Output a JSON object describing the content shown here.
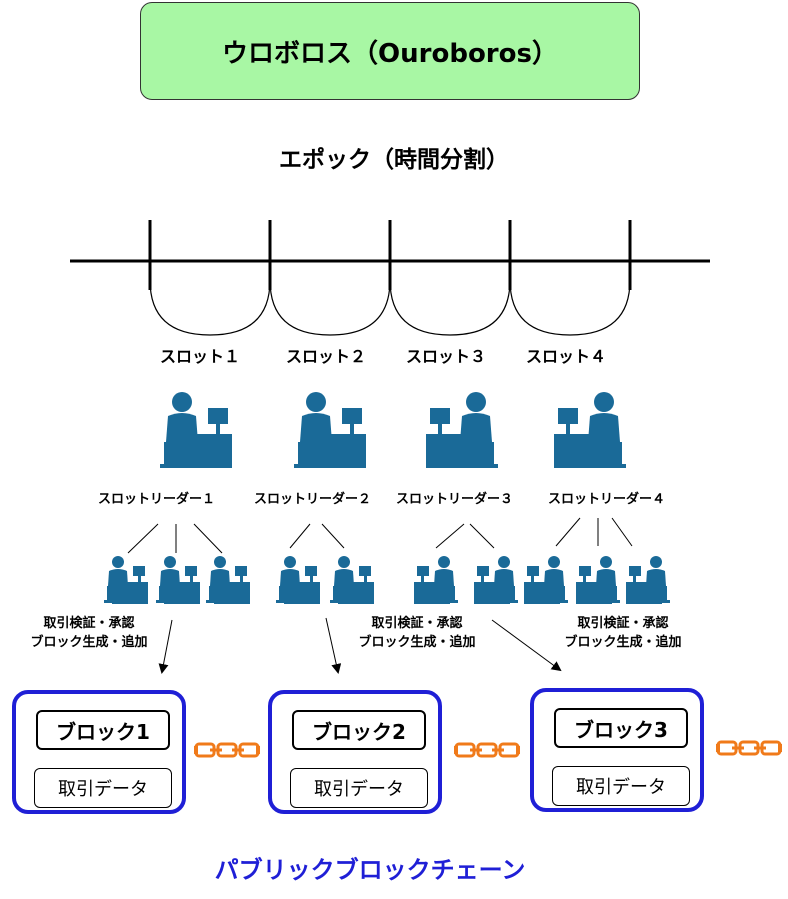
{
  "title": "ウロボロス（Ouroboros）",
  "epoch_label": "エポック（時間分割）",
  "slots": [
    "スロット１",
    "スロット２",
    "スロット３",
    "スロット４"
  ],
  "leaders": [
    "スロットリーダー１",
    "スロットリーダー２",
    "スロットリーダー３",
    "スロットリーダー４"
  ],
  "operation_line1": "取引検証・承認",
  "operation_line2": "ブロック生成・追加",
  "blocks": [
    {
      "name": "ブロック1",
      "data": "取引データ"
    },
    {
      "name": "ブロック2",
      "data": "取引データ"
    },
    {
      "name": "ブロック3",
      "data": "取引データ"
    }
  ],
  "footer": "パブリックブロックチェーン",
  "colors": {
    "title_bg": "#a8f7a4",
    "block_border": "#1f1fd6",
    "person": "#1a6a98",
    "chain": "#f07a1a"
  },
  "icons": {
    "person": "person-at-desk-icon",
    "chain": "chain-link-icon"
  }
}
